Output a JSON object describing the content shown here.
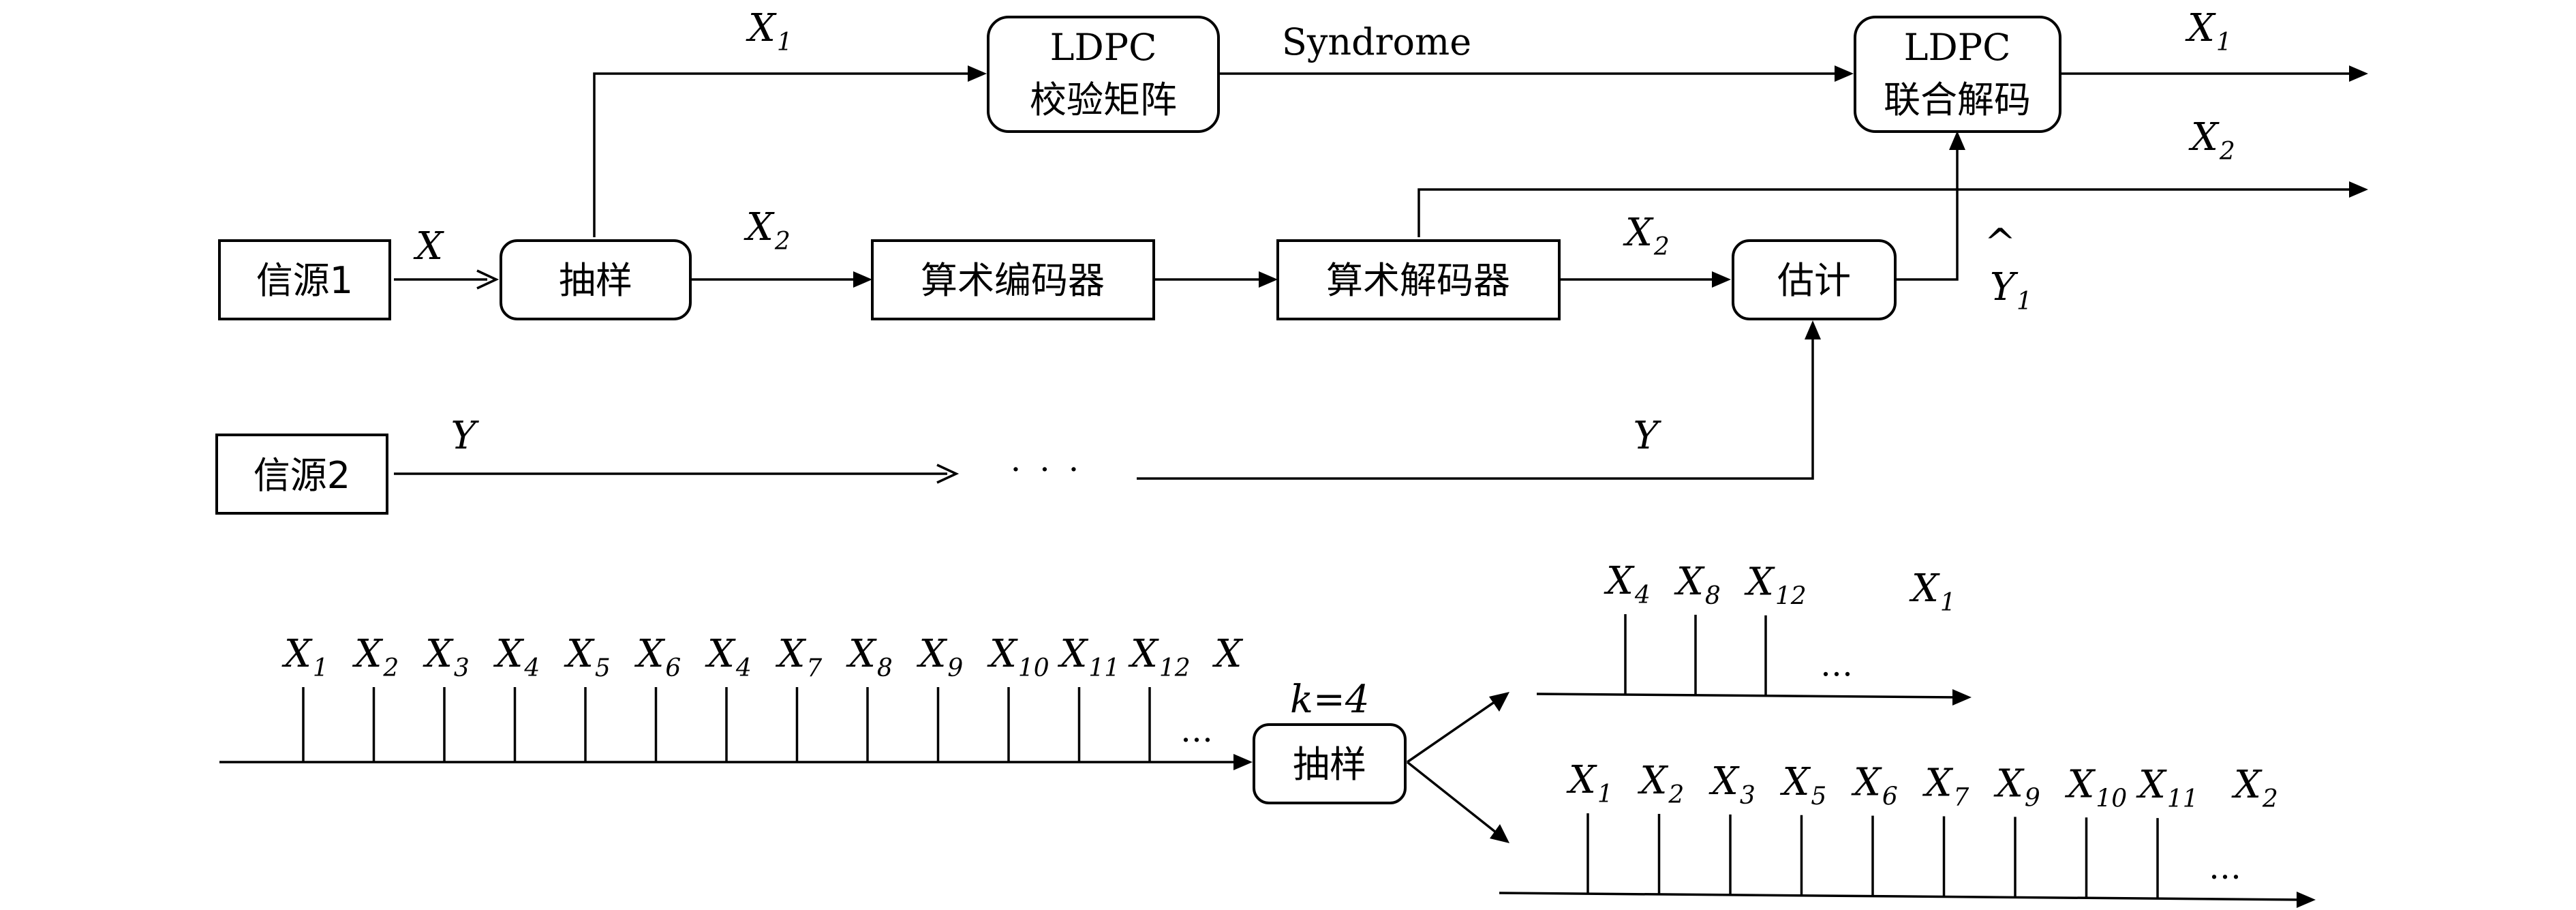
{
  "blocks": {
    "source1": "信源1",
    "source2": "信源2",
    "sampling": "抽样",
    "arith_encoder": "算术编码器",
    "arith_decoder": "算术解码器",
    "estimation": "估计",
    "ldpc_check": {
      "line1": "LDPC",
      "line2": "校验矩阵"
    },
    "ldpc_decode": {
      "line1": "LDPC",
      "line2": "联合解码"
    },
    "sampling_lower": "抽样"
  },
  "labels": {
    "syndrome": "Syndrome",
    "X": "X",
    "Y_in": "Y",
    "Y_mid": "Y",
    "X1_top": {
      "var": "X",
      "sub": "1"
    },
    "X1_out": {
      "var": "X",
      "sub": "1"
    },
    "X2_after_sampling": {
      "var": "X",
      "sub": "2"
    },
    "X2_after_decoder": {
      "var": "X",
      "sub": "2"
    },
    "X2_out": {
      "var": "X",
      "sub": "2"
    },
    "Y1_hat": {
      "var": "Y",
      "sub": "1",
      "accent": "^"
    },
    "ellipsis_mid": "· · ·",
    "k_label": "k=4"
  },
  "sequences": {
    "input": {
      "items": [
        {
          "var": "X",
          "sub": "1"
        },
        {
          "var": "X",
          "sub": "2"
        },
        {
          "var": "X",
          "sub": "3"
        },
        {
          "var": "X",
          "sub": "4"
        },
        {
          "var": "X",
          "sub": "5"
        },
        {
          "var": "X",
          "sub": "6"
        },
        {
          "var": "X",
          "sub": "4"
        },
        {
          "var": "X",
          "sub": "7"
        },
        {
          "var": "X",
          "sub": "8"
        },
        {
          "var": "X",
          "sub": "9"
        },
        {
          "var": "X",
          "sub": "10"
        },
        {
          "var": "X",
          "sub": "11"
        },
        {
          "var": "X",
          "sub": "12"
        }
      ],
      "trailing": "X",
      "ellipsis": "…"
    },
    "upper_output": {
      "items": [
        {
          "var": "X",
          "sub": "4"
        },
        {
          "var": "X",
          "sub": "8"
        },
        {
          "var": "X",
          "sub": "12"
        }
      ],
      "name": {
        "var": "X",
        "sub": "1"
      },
      "ellipsis": "…"
    },
    "lower_output": {
      "items": [
        {
          "var": "X",
          "sub": "1"
        },
        {
          "var": "X",
          "sub": "2"
        },
        {
          "var": "X",
          "sub": "3"
        },
        {
          "var": "X",
          "sub": "5"
        },
        {
          "var": "X",
          "sub": "6"
        },
        {
          "var": "X",
          "sub": "7"
        },
        {
          "var": "X",
          "sub": "9"
        },
        {
          "var": "X",
          "sub": "10"
        },
        {
          "var": "X",
          "sub": "11"
        }
      ],
      "name": {
        "var": "X",
        "sub": "2"
      },
      "ellipsis": "…"
    }
  }
}
